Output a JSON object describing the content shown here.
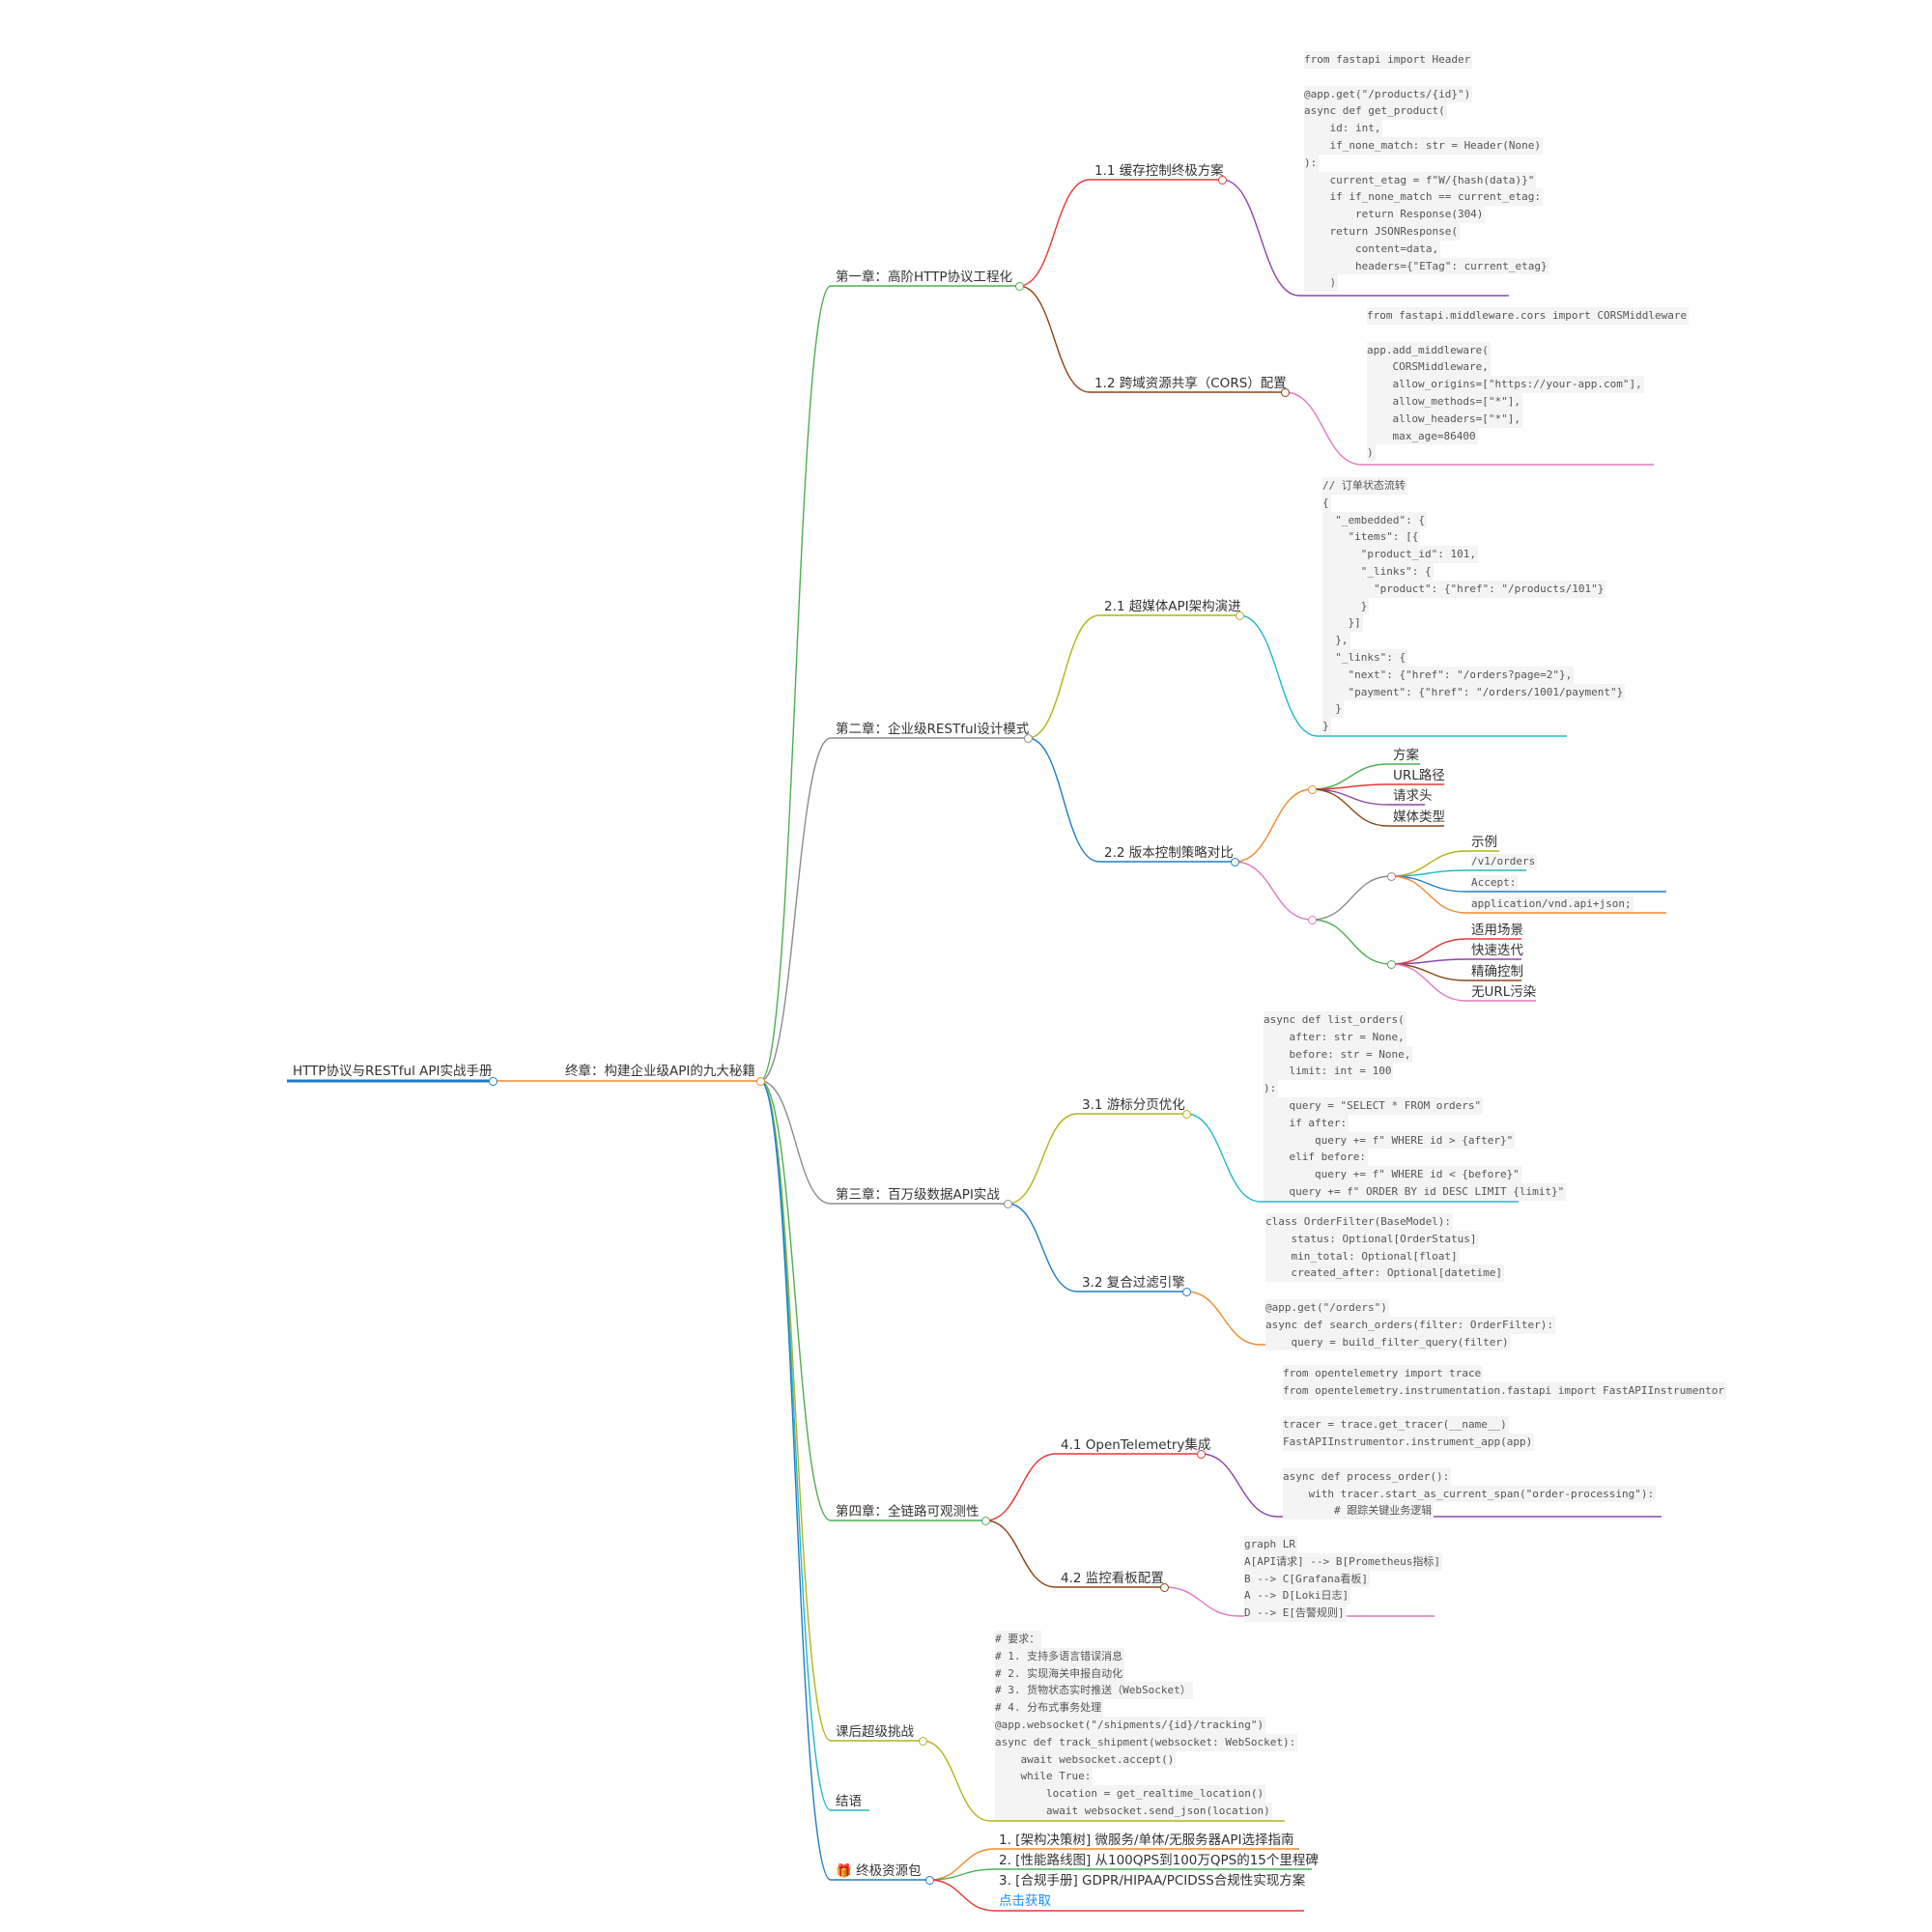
{
  "root": {
    "label": "HTTP协议与RESTful API实战手册"
  },
  "center": {
    "label": "终章：构建企业级API的九大秘籍"
  },
  "ch1": {
    "label": "第一章：高阶HTTP协议工程化",
    "s1": {
      "label": "1.1 缓存控制终极方案",
      "code": [
        "from fastapi import Header",
        "",
        "@app.get(\"/products/{id}\")",
        "async def get_product(",
        "    id: int,",
        "    if_none_match: str = Header(None)",
        "):",
        "    current_etag = f\"W/{hash(data)}\"",
        "    if if_none_match == current_etag:",
        "        return Response(304)",
        "    return JSONResponse(",
        "        content=data,",
        "        headers={\"ETag\": current_etag}",
        "    )"
      ]
    },
    "s2": {
      "label": "1.2 跨域资源共享（CORS）配置",
      "code": [
        "from fastapi.middleware.cors import CORSMiddleware",
        "",
        "app.add_middleware(",
        "    CORSMiddleware,",
        "    allow_origins=[\"https://your-app.com\"],",
        "    allow_methods=[\"*\"],",
        "    allow_headers=[\"*\"],",
        "    max_age=86400",
        ")"
      ]
    }
  },
  "ch2": {
    "label": "第二章：企业级RESTful设计模式",
    "s1": {
      "label": "2.1 超媒体API架构演进",
      "code": [
        "// 订单状态流转",
        "{",
        "  \"_embedded\": {",
        "    \"items\": [{",
        "      \"product_id\": 101,",
        "      \"_links\": {",
        "        \"product\": {\"href\": \"/products/101\"}",
        "      }",
        "    }]",
        "  },",
        "  \"_links\": {",
        "    \"next\": {\"href\": \"/orders?page=2\"},",
        "    \"payment\": {\"href\": \"/orders/1001/payment\"}",
        "  }",
        "}"
      ]
    },
    "s2": {
      "label": "2.2 版本控制策略对比",
      "g1": [
        "方案",
        "URL路径",
        "请求头",
        "媒体类型"
      ],
      "g2a": [
        "示例",
        "/v1/orders",
        "Accept:",
        "application/vnd.api+json;"
      ],
      "g2b": [
        "适用场景",
        "快速迭代",
        "精确控制",
        "无URL污染"
      ]
    }
  },
  "ch3": {
    "label": "第三章：百万级数据API实战",
    "s1": {
      "label": "3.1 游标分页优化",
      "code": [
        "async def list_orders(",
        "    after: str = None,",
        "    before: str = None,",
        "    limit: int = 100",
        "):",
        "    query = \"SELECT * FROM orders\"",
        "    if after:",
        "        query += f\" WHERE id > {after}\"",
        "    elif before:",
        "        query += f\" WHERE id < {before}\"",
        "    query += f\" ORDER BY id DESC LIMIT {limit}\""
      ]
    },
    "s2": {
      "label": "3.2 复合过滤引擎",
      "code": [
        "class OrderFilter(BaseModel):",
        "    status: Optional[OrderStatus]",
        "    min_total: Optional[float]",
        "    created_after: Optional[datetime]",
        "",
        "@app.get(\"/orders\")",
        "async def search_orders(filter: OrderFilter):",
        "    query = build_filter_query(filter)"
      ]
    }
  },
  "ch4": {
    "label": "第四章：全链路可观测性",
    "s1": {
      "label": "4.1 OpenTelemetry集成",
      "code": [
        "from opentelemetry import trace",
        "from opentelemetry.instrumentation.fastapi import FastAPIInstrumentor",
        "",
        "tracer = trace.get_tracer(__name__)",
        "FastAPIInstrumentor.instrument_app(app)",
        "",
        "async def process_order():",
        "    with tracer.start_as_current_span(\"order-processing\"):",
        "        # 跟踪关键业务逻辑"
      ]
    },
    "s2": {
      "label": "4.2 监控看板配置",
      "code": [
        "graph LR",
        "A[API请求] --> B[Prometheus指标]",
        "B --> C[Grafana看板]",
        "A --> D[Loki日志]",
        "D --> E[告警规则]"
      ]
    }
  },
  "challenge": {
    "label": "课后超级挑战",
    "code": [
      "# 要求：",
      "# 1. 支持多语言错误消息",
      "# 2. 实现海关申报自动化",
      "# 3. 货物状态实时推送（WebSocket）",
      "# 4. 分布式事务处理",
      "@app.websocket(\"/shipments/{id}/tracking\")",
      "async def track_shipment(websocket: WebSocket):",
      "    await websocket.accept()",
      "    while True:",
      "        location = get_realtime_location()",
      "        await websocket.send_json(location)"
    ]
  },
  "closing": {
    "label": "结语"
  },
  "resources": {
    "label": "🎁 终极资源包",
    "items": [
      "1. [架构决策树] 微服务/单体/无服务器API选择指南",
      "2. [性能路线图] 从100QPS到100万QPS的15个里程碑",
      "3. [合规手册] GDPR/HIPAA/PCIDSS合规性实现方案",
      "点击获取"
    ]
  },
  "colors": {
    "root": "#1f7ec4",
    "center": "#f08a2c",
    "ch1": "#4caf50",
    "ch2": "#8c8c8c",
    "ch3": "#8c8c8c",
    "ch4": "#4caf50",
    "challenge": "#b3b319",
    "closing": "#22b8c9",
    "resources": "#1f7ec4",
    "link": "#1890ff"
  }
}
